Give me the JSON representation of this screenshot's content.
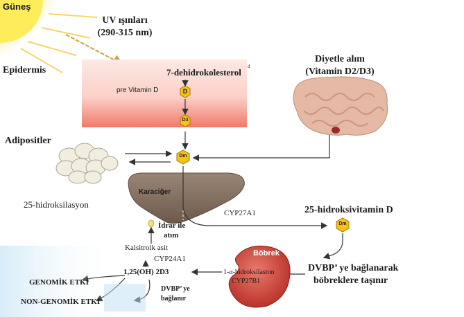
{
  "labels": {
    "sun": "Güneş",
    "uv_title": "UV ışınları",
    "uv_range": "(290-315 nm)",
    "epidermis": "Epidermis",
    "dehydro": "7-dehidrokolesterol",
    "dehydro_sup": "d",
    "pre_vit": "pre Vitamin D",
    "diet_title": "Diyetle alım",
    "diet_sub": "(Vitamin D2/D3)",
    "adipocytes": "Adipositler",
    "liver": "Karaciğer",
    "hydroxylation": "25-hidroksilasyon",
    "cyp27a1": "CYP27A1",
    "hydroxyvit": "25-hidroksivitamin  D",
    "urine_1": "İdrar ile",
    "urine_2": "atım",
    "calcitroic": "Kalsitroik asit",
    "cyp24a1": "CYP24A1",
    "calcitriol": "1,25(OH) 2D3",
    "dvbp_bound_1": "DVBP’ ye",
    "dvbp_bound_2": "bağlanır",
    "genomic": "GENOMİK ETKİ",
    "nongenomic": "NON-GENOMİK ETKİ",
    "kidney": "Böbrek",
    "alpha_hydrox": "1-α-hidroksilaston",
    "cyp27b1": "CYP27B1",
    "dvbp_transport_1": "DVBP’ ye bağlanarak",
    "dvbp_transport_2": "böbreklere taşınır"
  },
  "icons": {
    "d_hex": "D",
    "d3_hex": "D3",
    "dm_hex": "Dm"
  },
  "colors": {
    "sun": "#ffe84a",
    "skin_top": "#fde4de",
    "skin_bottom": "#f07a6a",
    "liver": "#8a7566",
    "kidney": "#c9392f",
    "hexagon": "#f6c21a",
    "arrow": "#333333",
    "uv_arrow": "#c9a24a"
  }
}
